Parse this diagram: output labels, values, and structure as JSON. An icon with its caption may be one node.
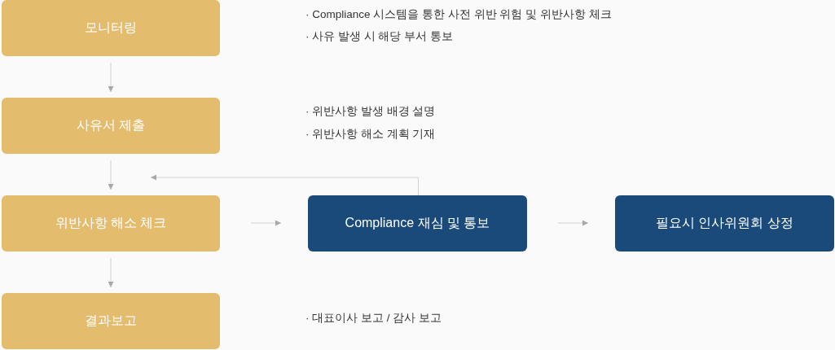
{
  "diagram": {
    "nodes": [
      {
        "text": [
          "모니터링"
        ],
        "beside": [
          "· Compliance 시스템을 통한 사전 위반 위험 및 위반사항 체크",
          "· 사유 발생 시 해당 부서 통보"
        ]
      },
      {
        "text": [
          "사유서 제출"
        ],
        "beside": [
          "· 위반사항 발생 배경 설명",
          "· 위반사항 해소 계획 기재"
        ]
      },
      {
        "text": [
          "위반사항 해소 체크"
        ]
      },
      {
        "text": [
          "Compliance 재심 및 통보"
        ]
      },
      {
        "text": [
          "필요시 인사위원회 상정"
        ]
      },
      {
        "text": [
          "결과보고"
        ]
      }
    ],
    "edges": [
      {
        "from": 0,
        "to": 1,
        "arrow": "to"
      },
      {
        "from": 1,
        "to": 2,
        "arrow": "to"
      },
      {
        "from": 2,
        "to": 3,
        "arrow": "to"
      },
      {
        "from": 3,
        "to": 4,
        "arrow": "to"
      },
      {
        "from": 2,
        "to": 5,
        "arrow": "to"
      },
      {
        "from": 3,
        "to": 2,
        "arrow": "to"
      }
    ],
    "labels": [
      "· 대표이사 보고 / 감사 보고"
    ]
  }
}
